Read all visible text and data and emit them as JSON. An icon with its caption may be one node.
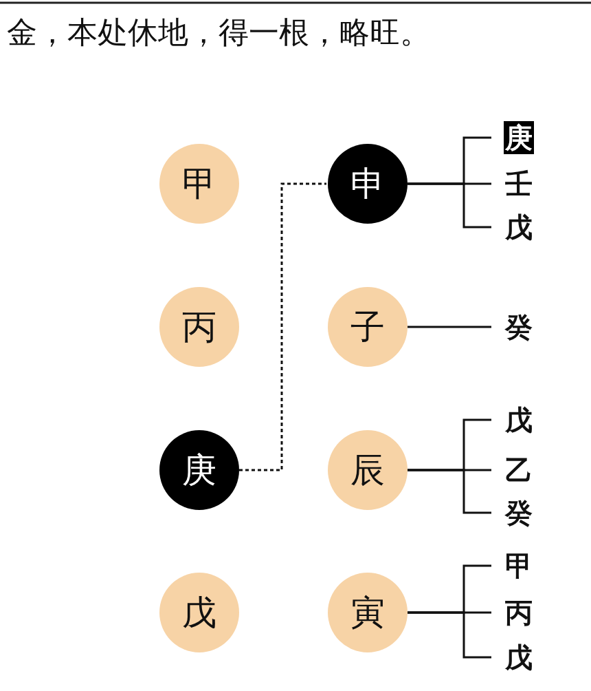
{
  "diagram": {
    "nodes": [
      {
        "text": [
          "甲"
        ]
      },
      {
        "text": [
          "申"
        ]
      },
      {
        "text": [
          "庚"
        ]
      },
      {
        "text": [
          "壬"
        ]
      },
      {
        "text": [
          "戊"
        ]
      },
      {
        "text": [
          "丙"
        ]
      },
      {
        "text": [
          "子"
        ]
      },
      {
        "text": [
          "癸"
        ]
      },
      {
        "text": [
          "庚"
        ]
      },
      {
        "text": [
          "辰"
        ]
      },
      {
        "text": [
          "戊"
        ]
      },
      {
        "text": [
          "乙"
        ]
      },
      {
        "text": [
          "癸"
        ]
      },
      {
        "text": [
          "戊"
        ]
      },
      {
        "text": [
          "寅"
        ]
      },
      {
        "text": [
          "甲"
        ]
      },
      {
        "text": [
          "丙"
        ]
      },
      {
        "text": [
          "戊"
        ]
      }
    ],
    "edges": [
      {
        "from": 8,
        "to": 1,
        "arrow": "none",
        "style": "dashed"
      },
      {
        "from": 1,
        "to": 2,
        "arrow": "none"
      },
      {
        "from": 1,
        "to": 3,
        "arrow": "none"
      },
      {
        "from": 1,
        "to": 4,
        "arrow": "none"
      },
      {
        "from": 6,
        "to": 7,
        "arrow": "none"
      },
      {
        "from": 9,
        "to": 10,
        "arrow": "none"
      },
      {
        "from": 9,
        "to": 11,
        "arrow": "none"
      },
      {
        "from": 9,
        "to": 12,
        "arrow": "none"
      },
      {
        "from": 14,
        "to": 15,
        "arrow": "none"
      },
      {
        "from": 14,
        "to": 16,
        "arrow": "none"
      },
      {
        "from": 14,
        "to": 17,
        "arrow": "none"
      }
    ],
    "labels": [
      "金，本处休地，得一根，略旺。"
    ]
  }
}
